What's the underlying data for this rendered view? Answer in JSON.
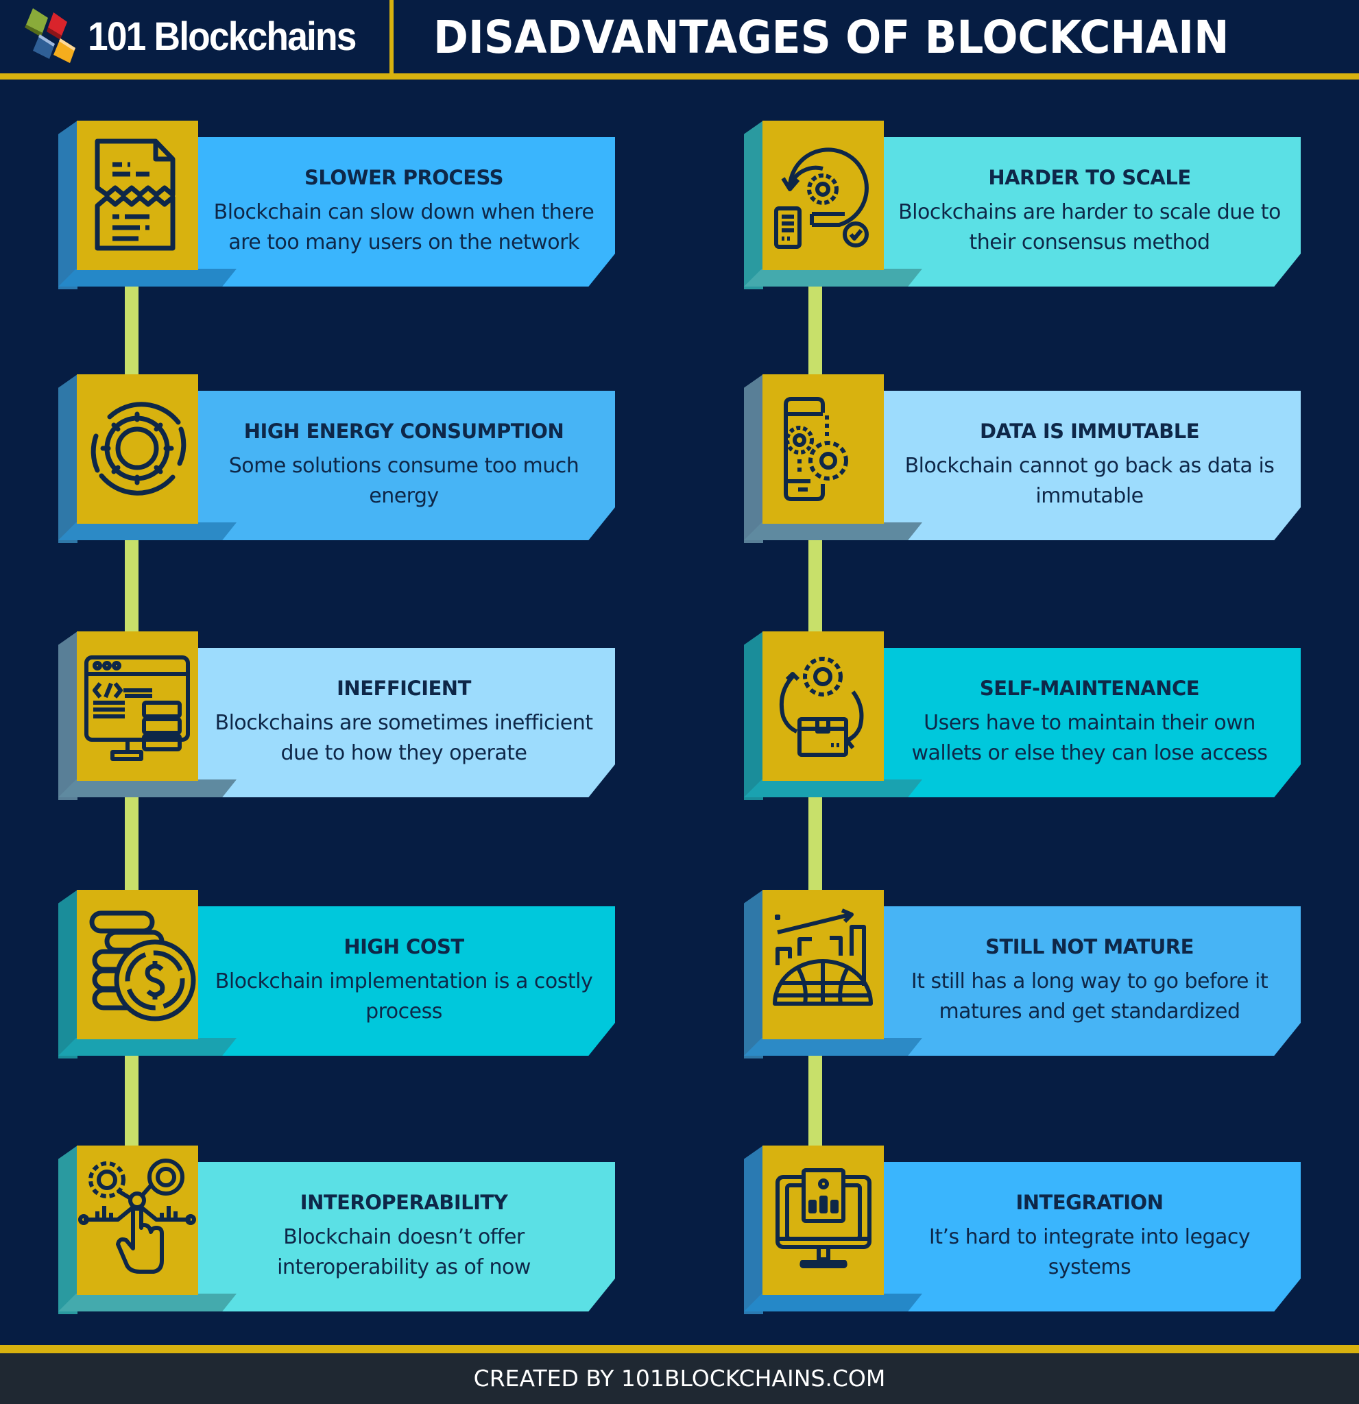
{
  "header": {
    "brand": "101 Blockchains",
    "title": "DISADVANTAGES OF BLOCKCHAIN"
  },
  "colors": {
    "background": "#061d43",
    "accent_gold": "#d8b20f",
    "connector": "#c8e06a",
    "text_dark": "#0e2748",
    "footer_bg": "#1f2832"
  },
  "left_column": [
    {
      "title": "SLOWER PROCESS",
      "desc": "Blockchain can slow down when there are too many users on the network",
      "icon": "torn-document-icon",
      "panel": "#3ab5fd",
      "side": "#2a7ab2"
    },
    {
      "title": "HIGH ENERGY CONSUMPTION",
      "desc": "Some solutions consume too much energy",
      "icon": "gear-cycle-icon",
      "panel": "#47b4f5",
      "side": "#2f78a8"
    },
    {
      "title": "INEFFICIENT",
      "desc": "Blockchains are sometimes inefficient due to how they operate",
      "icon": "code-monitor-icon",
      "panel": "#9ddcfd",
      "side": "#597f97"
    },
    {
      "title": "HIGH COST",
      "desc": "Blockchain implementation is a costly process",
      "icon": "coins-dollar-icon",
      "panel": "#00c8dc",
      "side": "#1a8d9a"
    },
    {
      "title": "INTEROPERABILITY",
      "desc": "Blockchain doesn’t offer interoperability as of now",
      "icon": "hand-gears-network-icon",
      "panel": "#5be0e5",
      "side": "#2a9aa0"
    }
  ],
  "right_column": [
    {
      "title": "HARDER TO SCALE",
      "desc": "Blockchains are harder to scale due to their consensus method",
      "icon": "scale-gear-process-icon",
      "panel": "#5be0e5",
      "side": "#2a9aa0"
    },
    {
      "title": "DATA IS IMMUTABLE",
      "desc": "Blockchain cannot go back as data is immutable",
      "icon": "phone-gears-icon",
      "panel": "#9ddcfd",
      "side": "#597f97"
    },
    {
      "title": "SELF-MAINTENANCE",
      "desc": "Users have to maintain their own wallets or else they can lose access",
      "icon": "gear-box-cycle-icon",
      "panel": "#00c8dc",
      "side": "#1a8d9a"
    },
    {
      "title": "STILL NOT MATURE",
      "desc": "It still has a long way to go before it matures and get standardized",
      "icon": "globe-growth-chart-icon",
      "panel": "#47b4f5",
      "side": "#2f78a8"
    },
    {
      "title": "INTEGRATION",
      "desc": "It’s hard to integrate into legacy systems",
      "icon": "monitor-dashboard-icon",
      "panel": "#3ab5fd",
      "side": "#2a7ab2"
    }
  ],
  "footer": {
    "text": "CREATED BY 101BLOCKCHAINS.COM"
  }
}
